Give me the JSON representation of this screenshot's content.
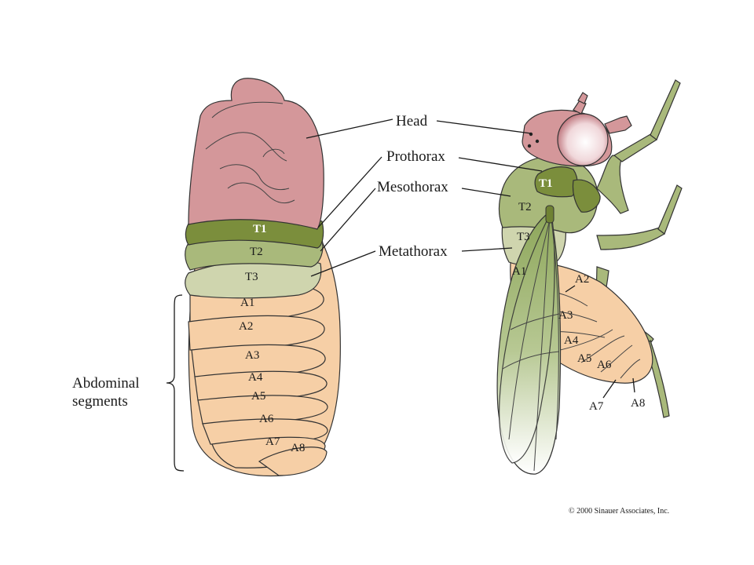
{
  "labels": {
    "head": "Head",
    "prothorax": "Prothorax",
    "mesothorax": "Mesothorax",
    "metathorax": "Metathorax",
    "abdominal_line1": "Abdominal",
    "abdominal_line2": "segments"
  },
  "embryo_segments": [
    "T1",
    "T2",
    "T3",
    "A1",
    "A2",
    "A3",
    "A4",
    "A5",
    "A6",
    "A7",
    "A8"
  ],
  "adult_segments": [
    "T1",
    "T2",
    "T3",
    "A1",
    "A2",
    "A3",
    "A4",
    "A5",
    "A6",
    "A7",
    "A8"
  ],
  "copyright": "© 2000 Sinauer Associates, Inc.",
  "colors": {
    "head": "#d4979a",
    "prothorax": "#7b8e3c",
    "mesothorax": "#a9b97b",
    "metathorax": "#cfd5ae",
    "abdomen": "#f6cfa6",
    "wing": "#9fb66f"
  }
}
